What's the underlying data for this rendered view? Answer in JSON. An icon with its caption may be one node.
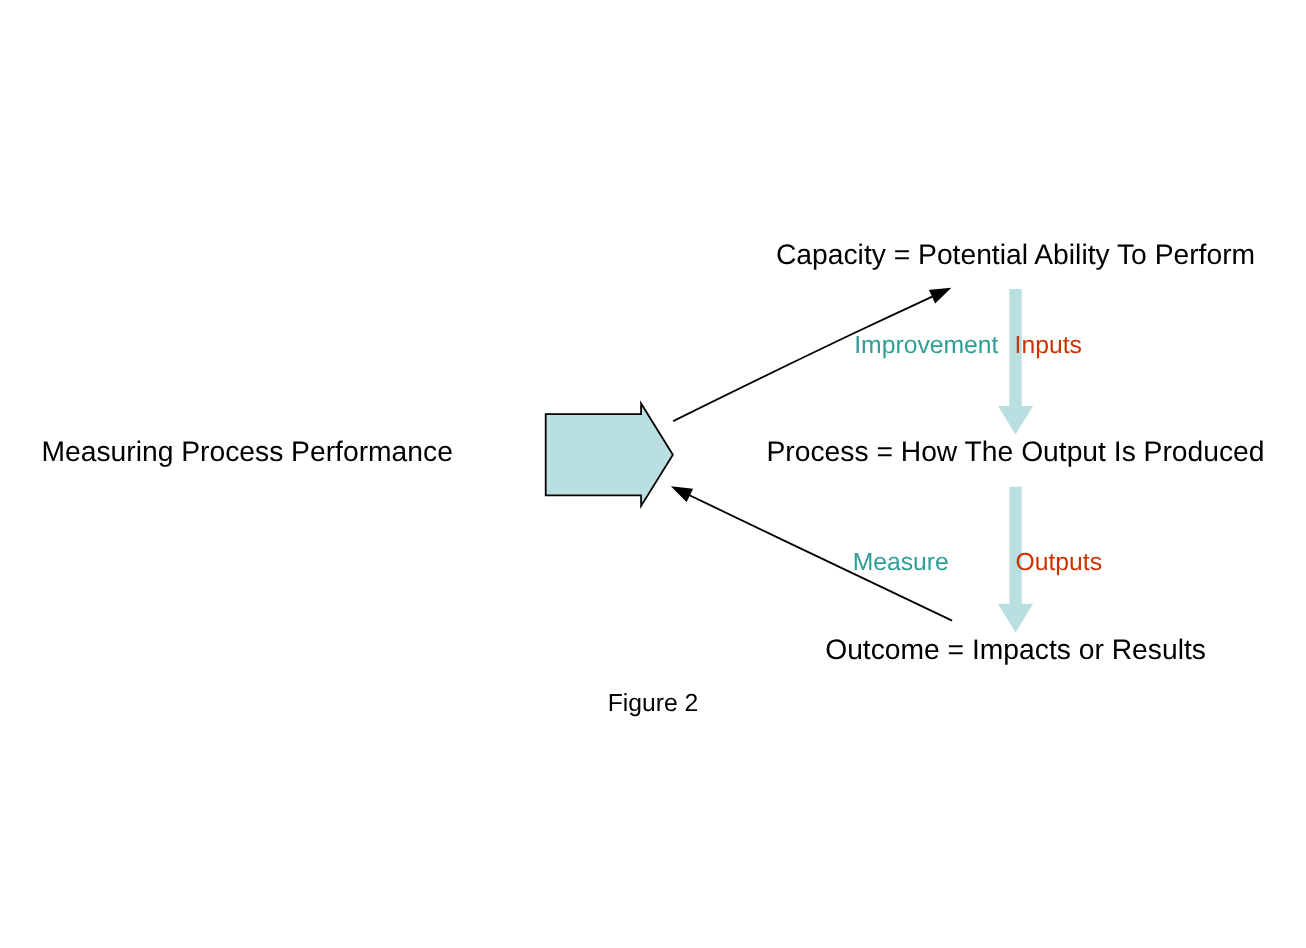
{
  "diagram": {
    "caption": "Figure 2",
    "nodes": [
      {
        "text": [
          "Measuring Process Performance"
        ]
      },
      {
        "text": [],
        "shape": "arrow"
      },
      {
        "text": [
          "Capacity = Potential Ability To Perform"
        ]
      },
      {
        "text": [
          "Process = How The Output Is Produced"
        ]
      },
      {
        "text": [
          "Outcome = Impacts or Results"
        ]
      }
    ],
    "edges": [
      {
        "from": 1,
        "to": 2,
        "arrow": "to",
        "label": "Improvement"
      },
      {
        "from": 2,
        "to": 3,
        "arrow": "to",
        "label": "Inputs",
        "style": "thick",
        "color": "#b9dfe0"
      },
      {
        "from": 3,
        "to": 4,
        "arrow": "to",
        "label": "Outputs",
        "style": "thick",
        "color": "#b9dfe0"
      },
      {
        "from": 4,
        "to": 1,
        "arrow": "to",
        "label": "Measure"
      }
    ]
  }
}
